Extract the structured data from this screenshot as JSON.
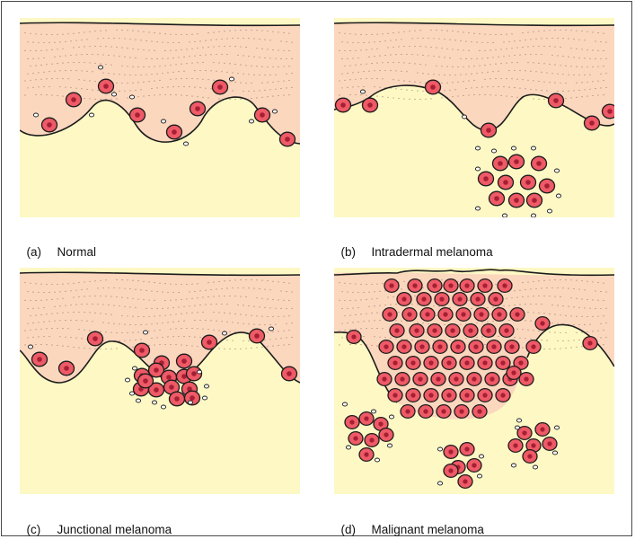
{
  "panels": [
    {
      "id": "a",
      "letter": "(a)",
      "label": "Normal"
    },
    {
      "id": "b",
      "letter": "(b)",
      "label": "Intradermal melanoma"
    },
    {
      "id": "c",
      "letter": "(c)",
      "label": "Junctional melanoma"
    },
    {
      "id": "d",
      "letter": "(d)",
      "label": "Malignant melanoma"
    }
  ],
  "colors": {
    "epidermis": "#fbd7be",
    "dermis": "#fdf8c4",
    "cell_fill": "#ee5a66",
    "nucleus": "#a51f35",
    "outline": "#1c1c1c",
    "border": "#4a4a4a"
  }
}
